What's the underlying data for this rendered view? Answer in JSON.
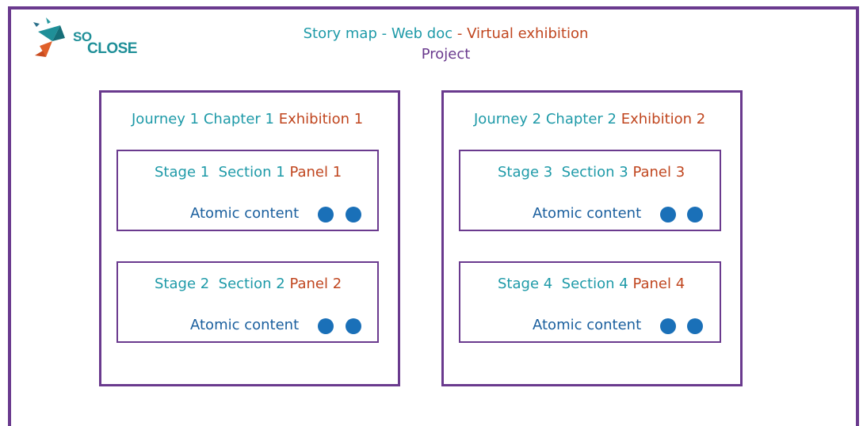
{
  "logo": {
    "text_so": "SO",
    "text_close": "CLOSE",
    "icon": "origami-bird-logo-icon",
    "colors": {
      "teal": "#1f8f98",
      "orange": "#e0602a"
    }
  },
  "header": {
    "line1": {
      "part1": "Story map",
      "sep1": " - ",
      "part2": "Web doc",
      "sep2": " - ",
      "part3": "Virtual exhibition"
    },
    "line2": "Project"
  },
  "colors": {
    "border": "#6a3a8e",
    "teal": "#1e9aa8",
    "red": "#c0461f",
    "dot": "#1a70b8",
    "atomic": "#1a5f9e"
  },
  "groups": [
    {
      "heading": {
        "a": "Journey 1",
        "b": "Chapter 1",
        "c": "Exhibition 1"
      },
      "sections": [
        {
          "a": "Stage 1",
          "b": "Section 1",
          "c": "Panel 1",
          "atomic": "Atomic content"
        },
        {
          "a": "Stage 2",
          "b": "Section 2",
          "c": "Panel 2",
          "atomic": "Atomic content"
        }
      ]
    },
    {
      "heading": {
        "a": "Journey 2",
        "b": "Chapter 2",
        "c": "Exhibition 2"
      },
      "sections": [
        {
          "a": "Stage 3",
          "b": "Section 3",
          "c": "Panel 3",
          "atomic": "Atomic content"
        },
        {
          "a": "Stage 4",
          "b": "Section 4",
          "c": "Panel 4",
          "atomic": "Atomic content"
        }
      ]
    }
  ]
}
